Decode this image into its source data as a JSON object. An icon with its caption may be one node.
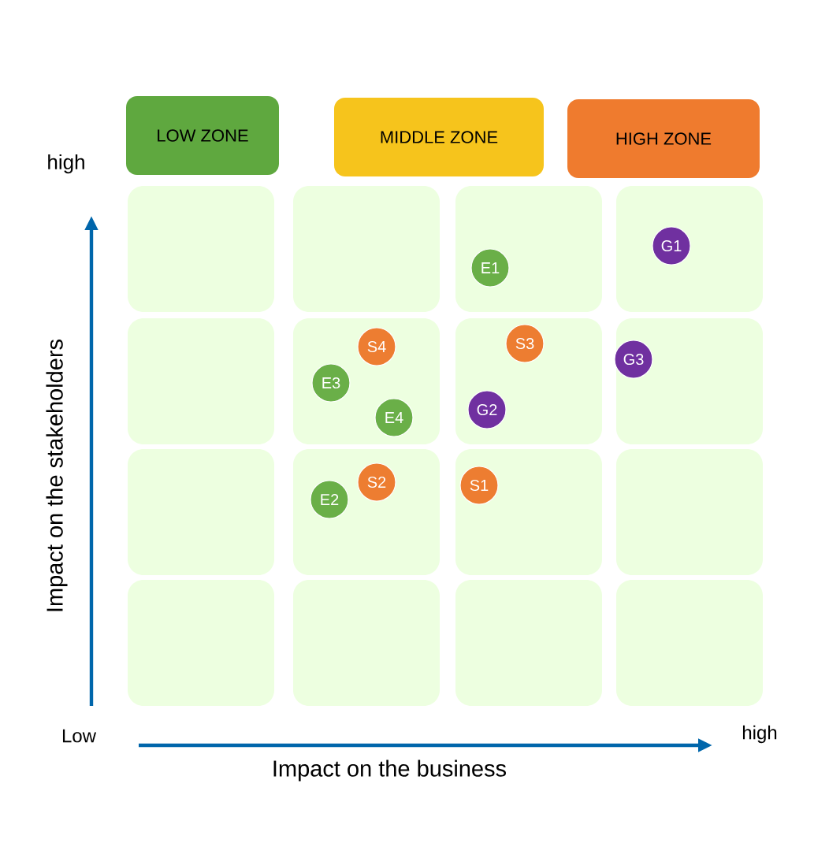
{
  "diagram": {
    "nodes": [
      {
        "text": [
          "LOW ZONE"
        ]
      },
      {
        "text": [
          "MIDDLE ZONE"
        ]
      },
      {
        "text": [
          "HIGH ZONE"
        ]
      },
      {
        "text": [],
        "shape": "box"
      },
      {
        "text": [],
        "shape": "box"
      },
      {
        "text": [],
        "shape": "box"
      },
      {
        "text": [],
        "shape": "box"
      },
      {
        "text": [],
        "shape": "box"
      },
      {
        "text": [],
        "shape": "box"
      },
      {
        "text": [],
        "shape": "box"
      },
      {
        "text": [],
        "shape": "box"
      },
      {
        "text": [],
        "shape": "box"
      },
      {
        "text": [],
        "shape": "box"
      },
      {
        "text": [],
        "shape": "box"
      },
      {
        "text": [],
        "shape": "box"
      },
      {
        "text": [],
        "shape": "box"
      },
      {
        "text": [],
        "shape": "box"
      },
      {
        "text": [],
        "shape": "box"
      },
      {
        "text": [],
        "shape": "box"
      },
      {
        "text": [
          "G1"
        ],
        "in": 6
      },
      {
        "text": [
          "E1"
        ],
        "in": 5
      },
      {
        "text": [
          "S3"
        ],
        "in": 9
      },
      {
        "text": [
          "S4"
        ],
        "in": 8
      },
      {
        "text": [
          "G3"
        ],
        "in": 10
      },
      {
        "text": [
          "E3"
        ],
        "in": 8
      },
      {
        "text": [
          "G2"
        ],
        "in": 9
      },
      {
        "text": [
          "E4"
        ],
        "in": 8
      },
      {
        "text": [
          "S2"
        ],
        "in": 12
      },
      {
        "text": [
          "S1"
        ],
        "in": 13
      },
      {
        "text": [
          "E2"
        ],
        "in": 12
      }
    ],
    "labels": [
      "high",
      "Impact on the stakeholders",
      "Low",
      "high",
      "Impact on the business"
    ]
  }
}
